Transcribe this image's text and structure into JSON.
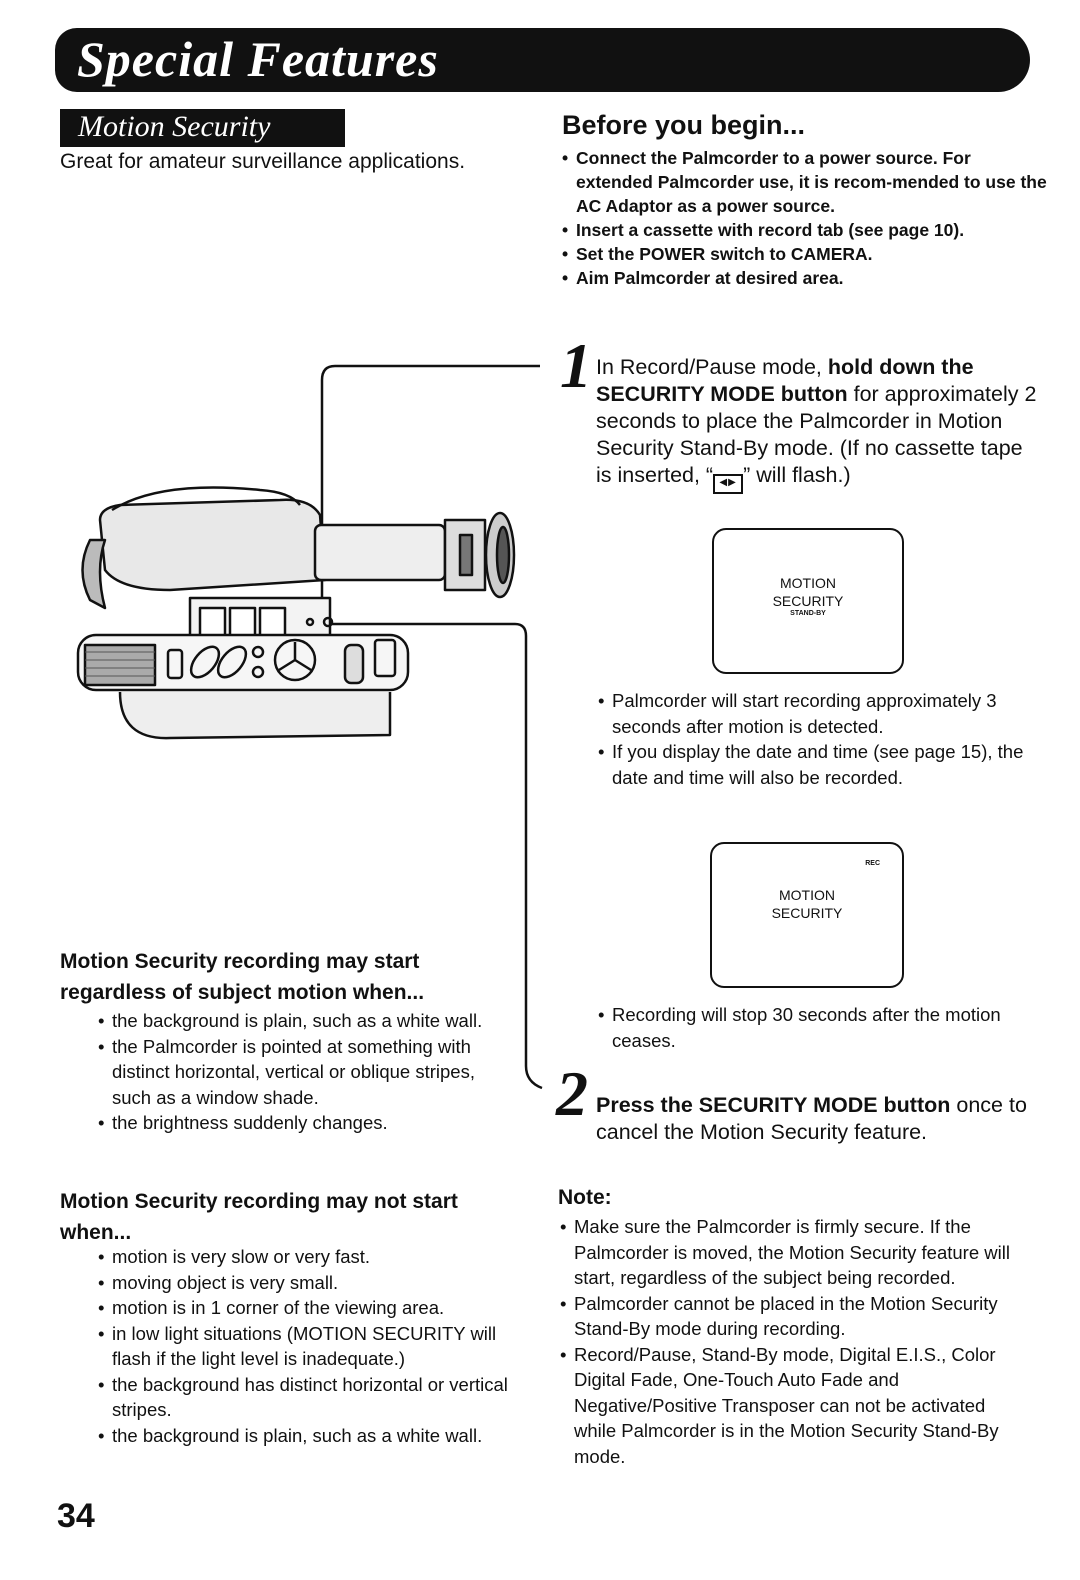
{
  "header": {
    "title": "Special Features"
  },
  "section": {
    "title": "Motion Security",
    "intro": "Great for amateur surveillance applications."
  },
  "before": {
    "heading": "Before you begin...",
    "items": [
      "Connect the Palmcorder to a power source. For extended Palmcorder use, it is recom-mended to use the AC Adaptor as a power source.",
      "Insert a cassette with record tab (see page 10).",
      "Set the POWER switch to CAMERA.",
      "Aim Palmcorder at desired area."
    ]
  },
  "step1": {
    "number": "1",
    "text_a": "In Record/Pause mode, ",
    "text_b": "hold down the SECURITY MODE button",
    "text_c": " for approximately 2 seconds to place the Palmcorder in Motion Security Stand-By mode. (If no cassette tape is inserted, “",
    "text_d": "” will flash.)",
    "bullets": [
      "Palmcorder will start recording approximately 3 seconds after motion is detected.",
      "If you display the date and time (see page 15), the date and time will also be recorded."
    ],
    "bullets2": [
      "Recording will stop 30 seconds after the motion ceases."
    ]
  },
  "screen1": {
    "line1": "MOTION",
    "line2": "SECURITY",
    "line3": "STAND-BY"
  },
  "screen2": {
    "rec": "REC",
    "line1": "MOTION",
    "line2": "SECURITY"
  },
  "step2": {
    "number": "2",
    "text_bold": "Press the SECURITY MODE button",
    "text": " once to cancel the Motion Security feature."
  },
  "may_start": {
    "heading": "Motion Security recording may start regardless of subject motion when...",
    "items": [
      "the background is plain, such as a white wall.",
      "the Palmcorder is pointed at something with distinct horizontal, vertical or oblique stripes, such as a window shade.",
      "the brightness suddenly changes."
    ]
  },
  "may_not_start": {
    "heading": "Motion Security recording may not start when...",
    "items": [
      "motion is very slow or very fast.",
      "moving object is very small.",
      "motion is in 1 corner of the viewing area.",
      "in low light situations (MOTION SECURITY will flash if the light level is inadequate.)",
      "the background has distinct horizontal or vertical stripes.",
      "the background is plain, such as a white wall."
    ]
  },
  "note": {
    "heading": "Note:",
    "items": [
      "Make sure the Palmcorder is firmly secure. If the Palmcorder is moved, the Motion Security feature will start, regardless of the subject being recorded.",
      "Palmcorder cannot be placed in the Motion Security Stand-By mode during recording.",
      "Record/Pause, Stand-By mode, Digital E.I.S., Color Digital Fade, One-Touch Auto Fade and Negative/Positive Transposer can not be activated while Palmcorder is in the Motion Security Stand-By mode."
    ]
  },
  "page_number": "34",
  "illustration": {
    "icon": "camcorder-icon"
  }
}
